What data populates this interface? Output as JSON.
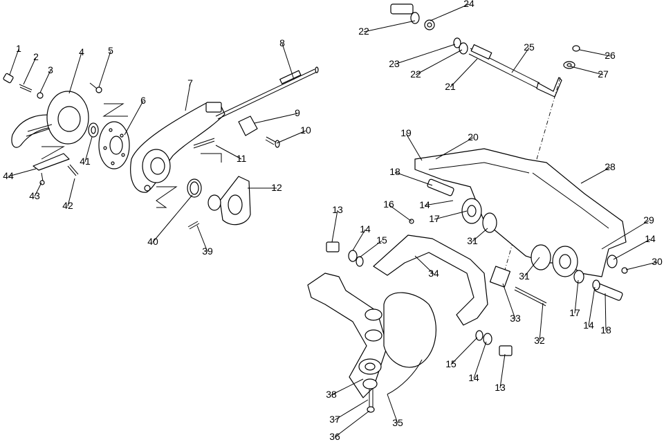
{
  "diagram": {
    "labels": [
      "1",
      "2",
      "3",
      "4",
      "5",
      "6",
      "7",
      "8",
      "9",
      "10",
      "11",
      "12",
      "39",
      "40",
      "41",
      "42",
      "43",
      "44",
      "22",
      "23",
      "24",
      "22",
      "21",
      "25",
      "26",
      "27",
      "19",
      "20",
      "18",
      "28",
      "14",
      "17",
      "16",
      "13",
      "14",
      "15",
      "31",
      "29",
      "14",
      "30",
      "34",
      "33",
      "31",
      "17",
      "14",
      "18",
      "32",
      "15",
      "14",
      "13",
      "38",
      "37",
      "36",
      "35"
    ]
  }
}
